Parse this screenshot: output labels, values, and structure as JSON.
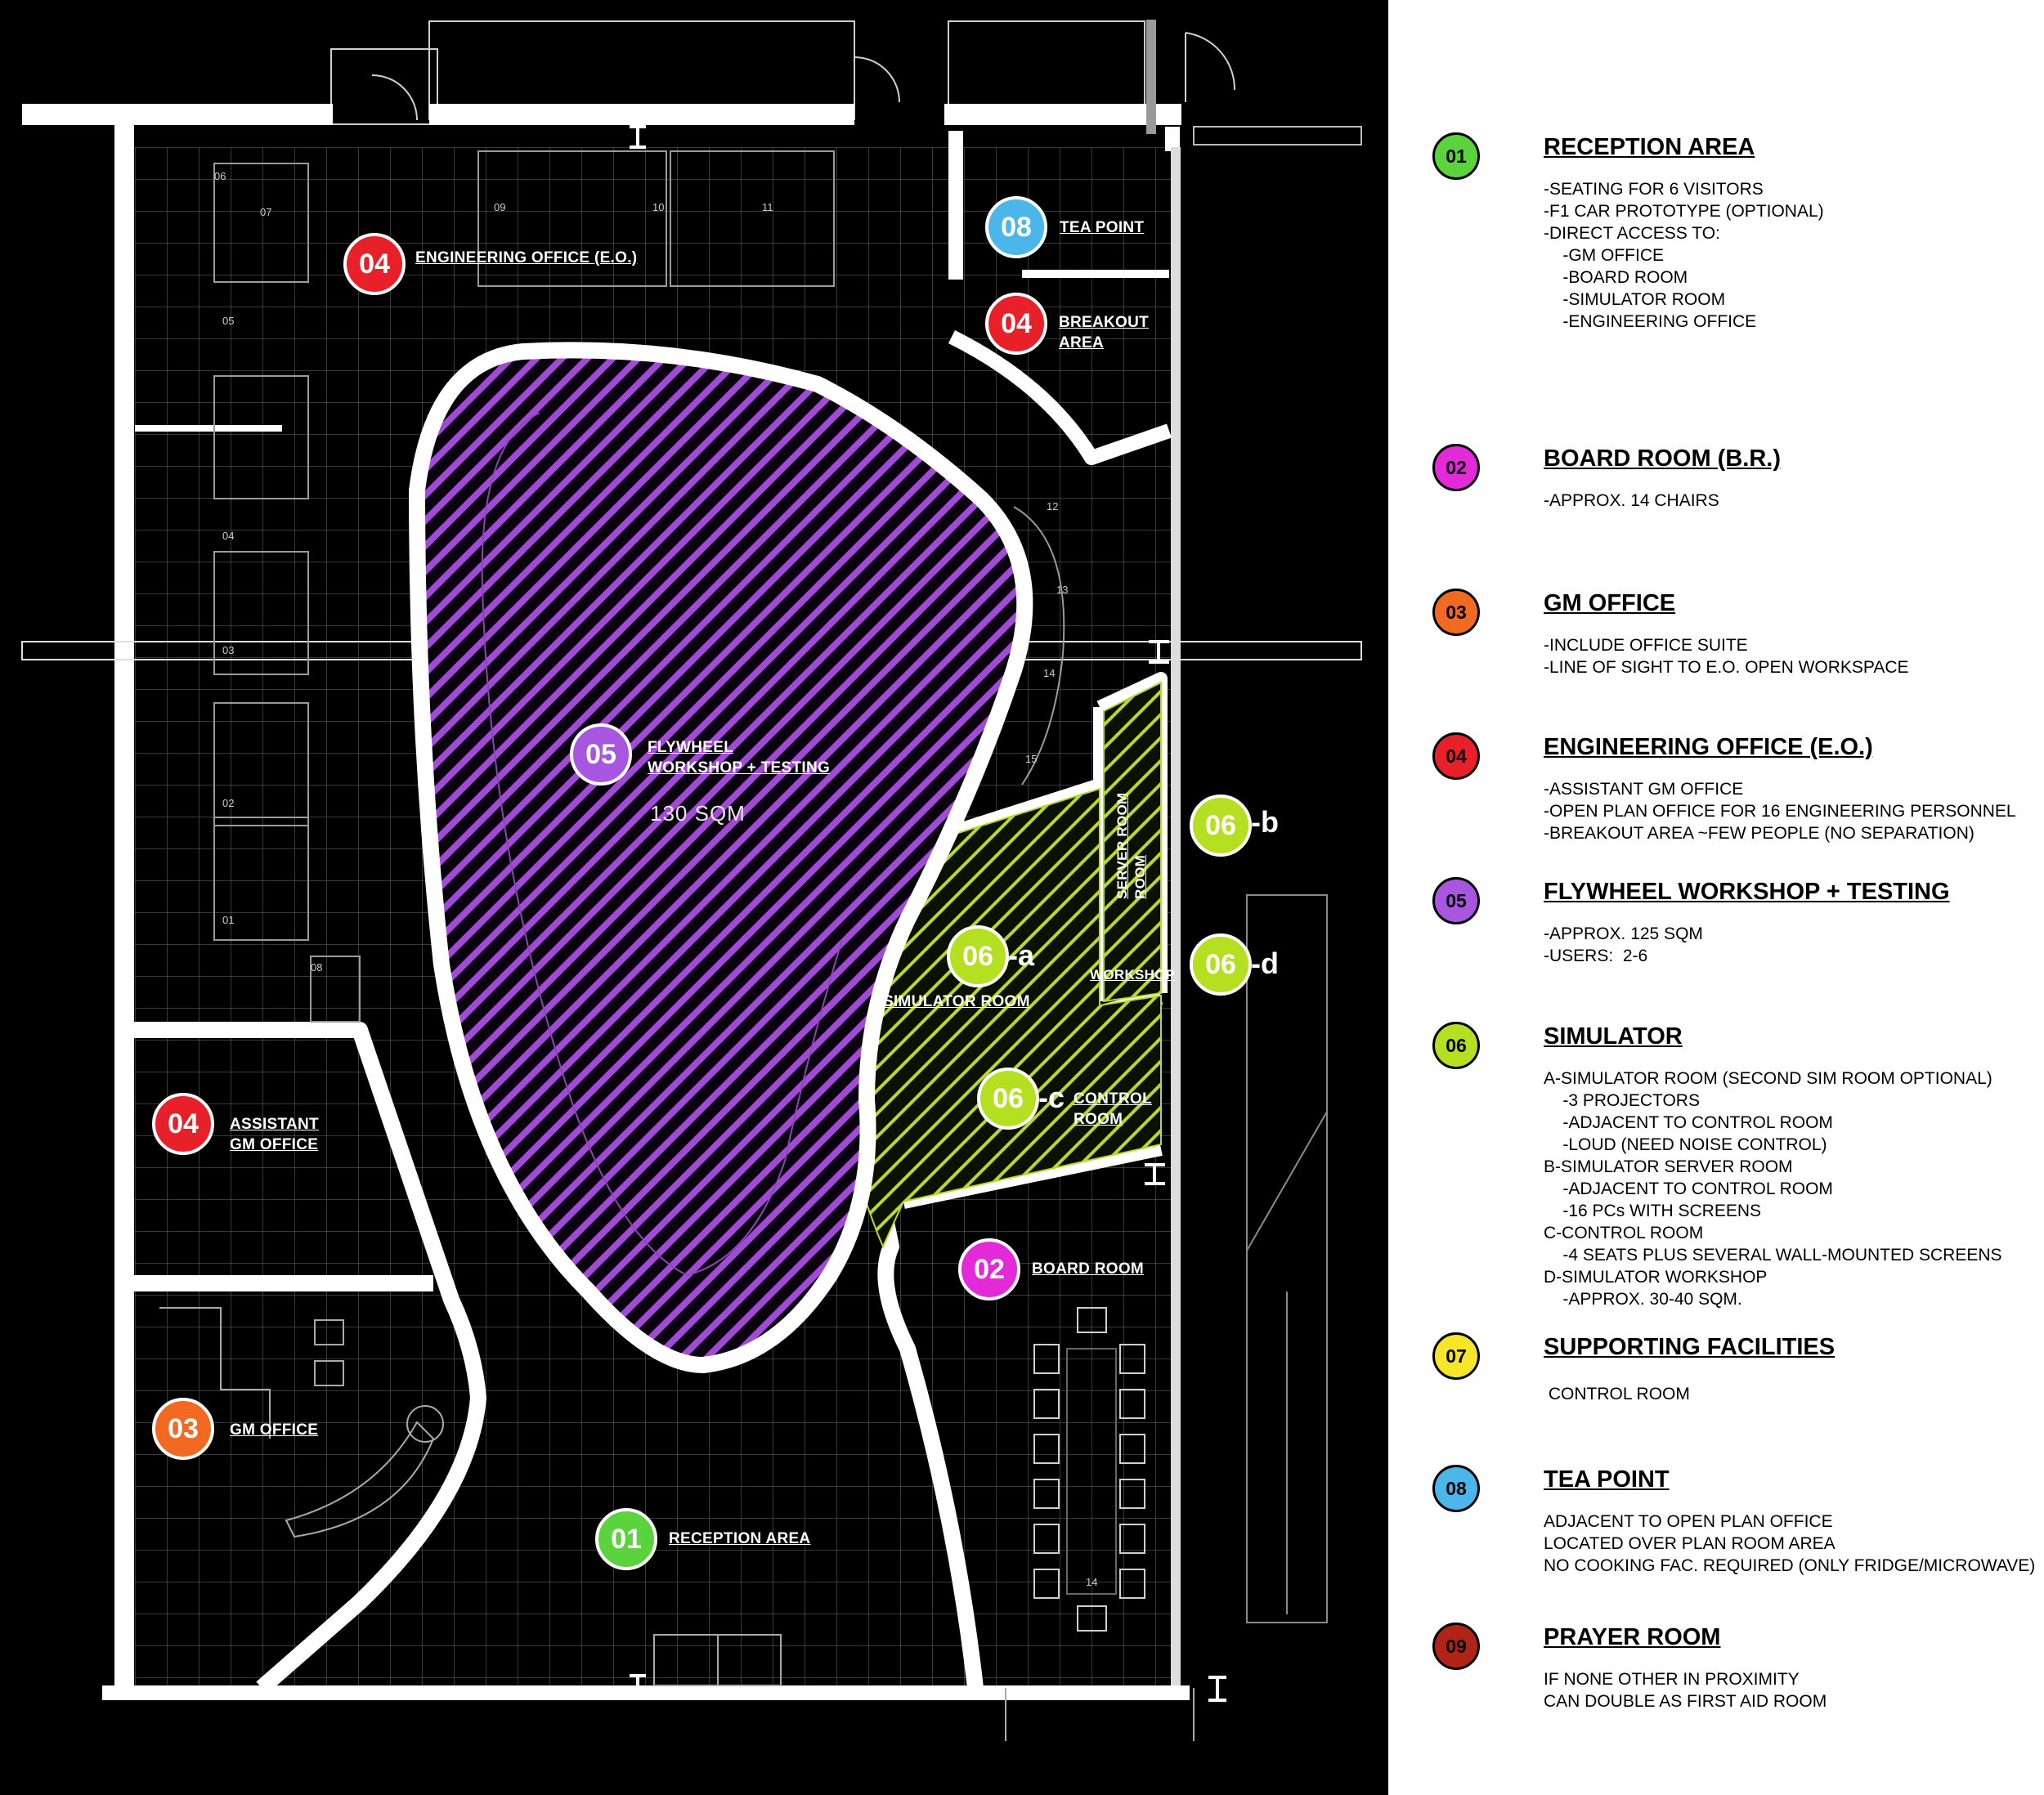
{
  "plan": {
    "tags": [
      {
        "id": "04-eo",
        "label": "04",
        "color": "#e8202a"
      },
      {
        "id": "08-tea",
        "label": "08",
        "color": "#4ab6ea"
      },
      {
        "id": "04-breakout",
        "label": "04",
        "color": "#e8202a"
      },
      {
        "id": "05-flywheel",
        "label": "05",
        "color": "#a855e0"
      },
      {
        "id": "06-b",
        "label": "06",
        "color": "#b5e022",
        "suffix": "-b"
      },
      {
        "id": "06-a",
        "label": "06",
        "color": "#b5e022",
        "suffix": "-a"
      },
      {
        "id": "06-d",
        "label": "06",
        "color": "#b5e022",
        "suffix": "-d"
      },
      {
        "id": "06-c",
        "label": "06",
        "color": "#b5e022",
        "suffix": "-c"
      },
      {
        "id": "04-agm",
        "label": "04",
        "color": "#e8202a"
      },
      {
        "id": "02-board",
        "label": "02",
        "color": "#e22ad8"
      },
      {
        "id": "03-gm",
        "label": "03",
        "color": "#f26a22"
      },
      {
        "id": "01-reception",
        "label": "01",
        "color": "#5bd33c"
      }
    ],
    "labels": [
      {
        "id": "eo",
        "text": "ENGINEERING OFFICE (E.O.)"
      },
      {
        "id": "tea",
        "text": "TEA POINT"
      },
      {
        "id": "breakout",
        "text": "BREAKOUT\nAREA"
      },
      {
        "id": "flywheel",
        "text": "FLYWHEEL\nWORKSHOP + TESTING"
      },
      {
        "id": "simulator",
        "text": "SIMULATOR ROOM"
      },
      {
        "id": "workshop",
        "text": "WORKSHOP"
      },
      {
        "id": "control",
        "text": "CONTROL\nROOM"
      },
      {
        "id": "agm",
        "text": "ASSISTANT\nGM OFFICE"
      },
      {
        "id": "board",
        "text": "BOARD ROOM"
      },
      {
        "id": "gm",
        "text": "GM OFFICE"
      },
      {
        "id": "reception",
        "text": "RECEPTION AREA"
      }
    ],
    "server_label": "SERVER ROOM\nROOM",
    "area_note": "130 SQM",
    "seat_numbers": [
      "06",
      "07",
      "09",
      "10",
      "11",
      "05",
      "04",
      "03",
      "02",
      "01",
      "08",
      "12",
      "13",
      "14",
      "15",
      "14"
    ]
  },
  "legend": [
    {
      "number": "01",
      "color": "#5bd33c",
      "title": "RECEPTION AREA",
      "lines": [
        "-SEATING FOR 6 VISITORS",
        "-F1 CAR PROTOTYPE (OPTIONAL)",
        "-DIRECT ACCESS TO:",
        "    -GM OFFICE",
        "    -BOARD ROOM",
        "    -SIMULATOR ROOM",
        "    -ENGINEERING OFFICE"
      ]
    },
    {
      "number": "02",
      "color": "#e22ad8",
      "title": "BOARD ROOM  (B.R.)",
      "lines": [
        "-APPROX. 14 CHAIRS"
      ]
    },
    {
      "number": "03",
      "color": "#f26a22",
      "title": "GM OFFICE",
      "lines": [
        "-INCLUDE OFFICE SUITE",
        "-LINE OF SIGHT TO E.O. OPEN WORKSPACE"
      ]
    },
    {
      "number": "04",
      "color": "#e8202a",
      "title": "ENGINEERING OFFICE (E.O.)",
      "lines": [
        "-ASSISTANT GM OFFICE",
        "-OPEN PLAN OFFICE FOR 16 ENGINEERING PERSONNEL",
        "-BREAKOUT AREA ~FEW PEOPLE (NO SEPARATION)"
      ]
    },
    {
      "number": "05",
      "color": "#a855e0",
      "title": "FLYWHEEL WORKSHOP + TESTING",
      "lines": [
        "-APPROX. 125 SQM",
        "-USERS:  2-6"
      ]
    },
    {
      "number": "06",
      "color": "#b5e022",
      "title": "SIMULATOR",
      "lines": [
        "A-SIMULATOR ROOM (SECOND SIM ROOM OPTIONAL)",
        "    -3 PROJECTORS",
        "    -ADJACENT TO CONTROL ROOM",
        "    -LOUD (NEED NOISE CONTROL)",
        "B-SIMULATOR SERVER ROOM",
        "    -ADJACENT TO CONTROL ROOM",
        "    -16 PCs WITH SCREENS",
        "C-CONTROL ROOM",
        "    -4 SEATS PLUS SEVERAL WALL-MOUNTED SCREENS",
        "D-SIMULATOR WORKSHOP",
        "    -APPROX. 30-40 SQM."
      ]
    },
    {
      "number": "07",
      "color": "#f5e62a",
      "title": "SUPPORTING FACILITIES",
      "lines": [
        " CONTROL ROOM"
      ]
    },
    {
      "number": "08",
      "color": "#4ab6ea",
      "title": "TEA POINT",
      "lines": [
        "ADJACENT TO OPEN PLAN OFFICE",
        "LOCATED OVER PLAN ROOM AREA",
        "NO COOKING FAC. REQUIRED (ONLY FRIDGE/MICROWAVE)"
      ]
    },
    {
      "number": "09",
      "color": "#b02418",
      "title": "PRAYER ROOM",
      "lines": [
        "IF NONE OTHER IN PROXIMITY",
        "CAN DOUBLE AS FIRST AID ROOM"
      ]
    }
  ]
}
